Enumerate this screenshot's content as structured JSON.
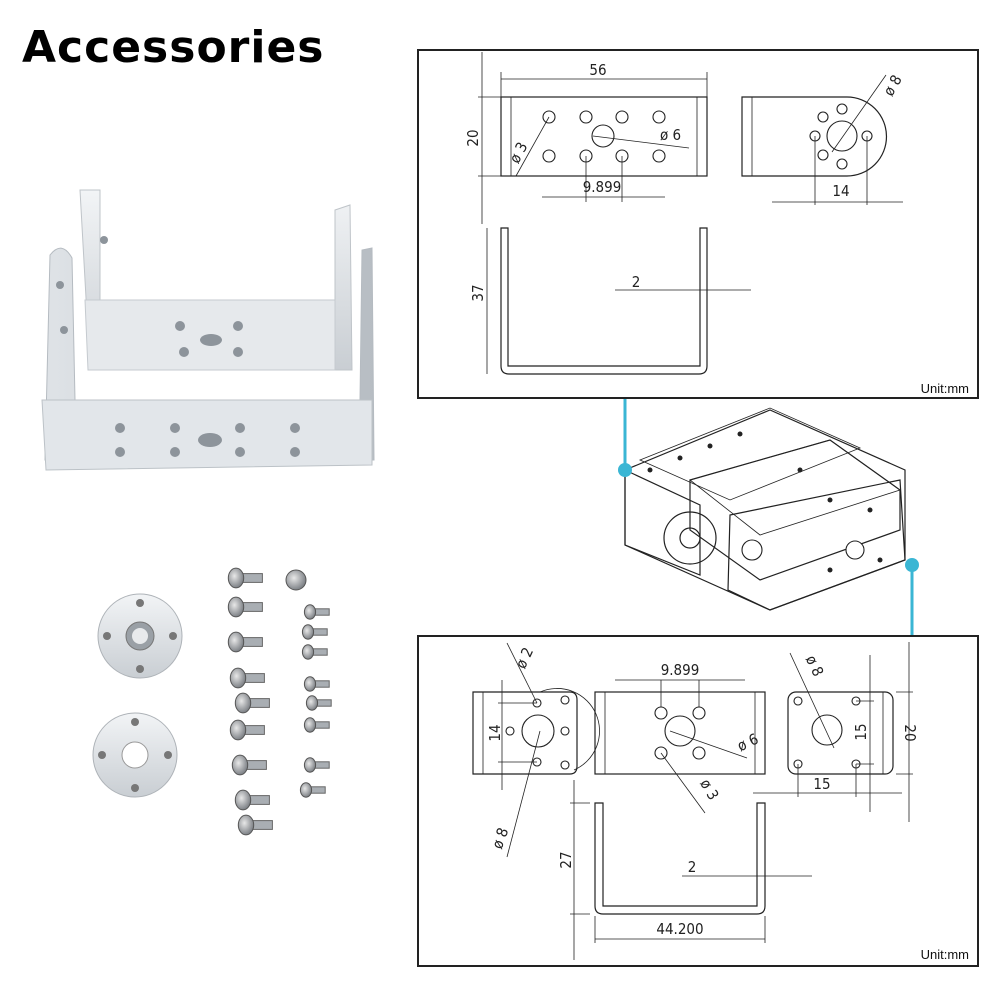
{
  "title": "Accessories",
  "accent_color": "#3ab6d4",
  "top_drawing": {
    "width_dim": "56",
    "height_dim": "20",
    "small_hole_dim": "ø 3",
    "center_hole_dim": "ø 6",
    "hole_spacing_dim": "9.899",
    "side_hole_dim": "ø 8",
    "side_spacing_dim": "14",
    "u_height_dim": "37",
    "thickness_dim": "2",
    "unit": "Unit:mm"
  },
  "bottom_drawing": {
    "small_hole_dim": "ø 2",
    "left_height_dim": "14",
    "left_hole_dim": "ø 8",
    "hole_spacing_dim": "9.899",
    "center_hole_dim": "ø 6",
    "small_hole2_dim": "ø 3",
    "right_hole_dim": "ø 8",
    "right_vertical_dim": "15",
    "right_height_dim": "20",
    "right_horizontal_dim": "15",
    "u_height_dim": "27",
    "thickness_dim": "2",
    "u_width_dim": "44.200",
    "unit": "Unit:mm"
  }
}
